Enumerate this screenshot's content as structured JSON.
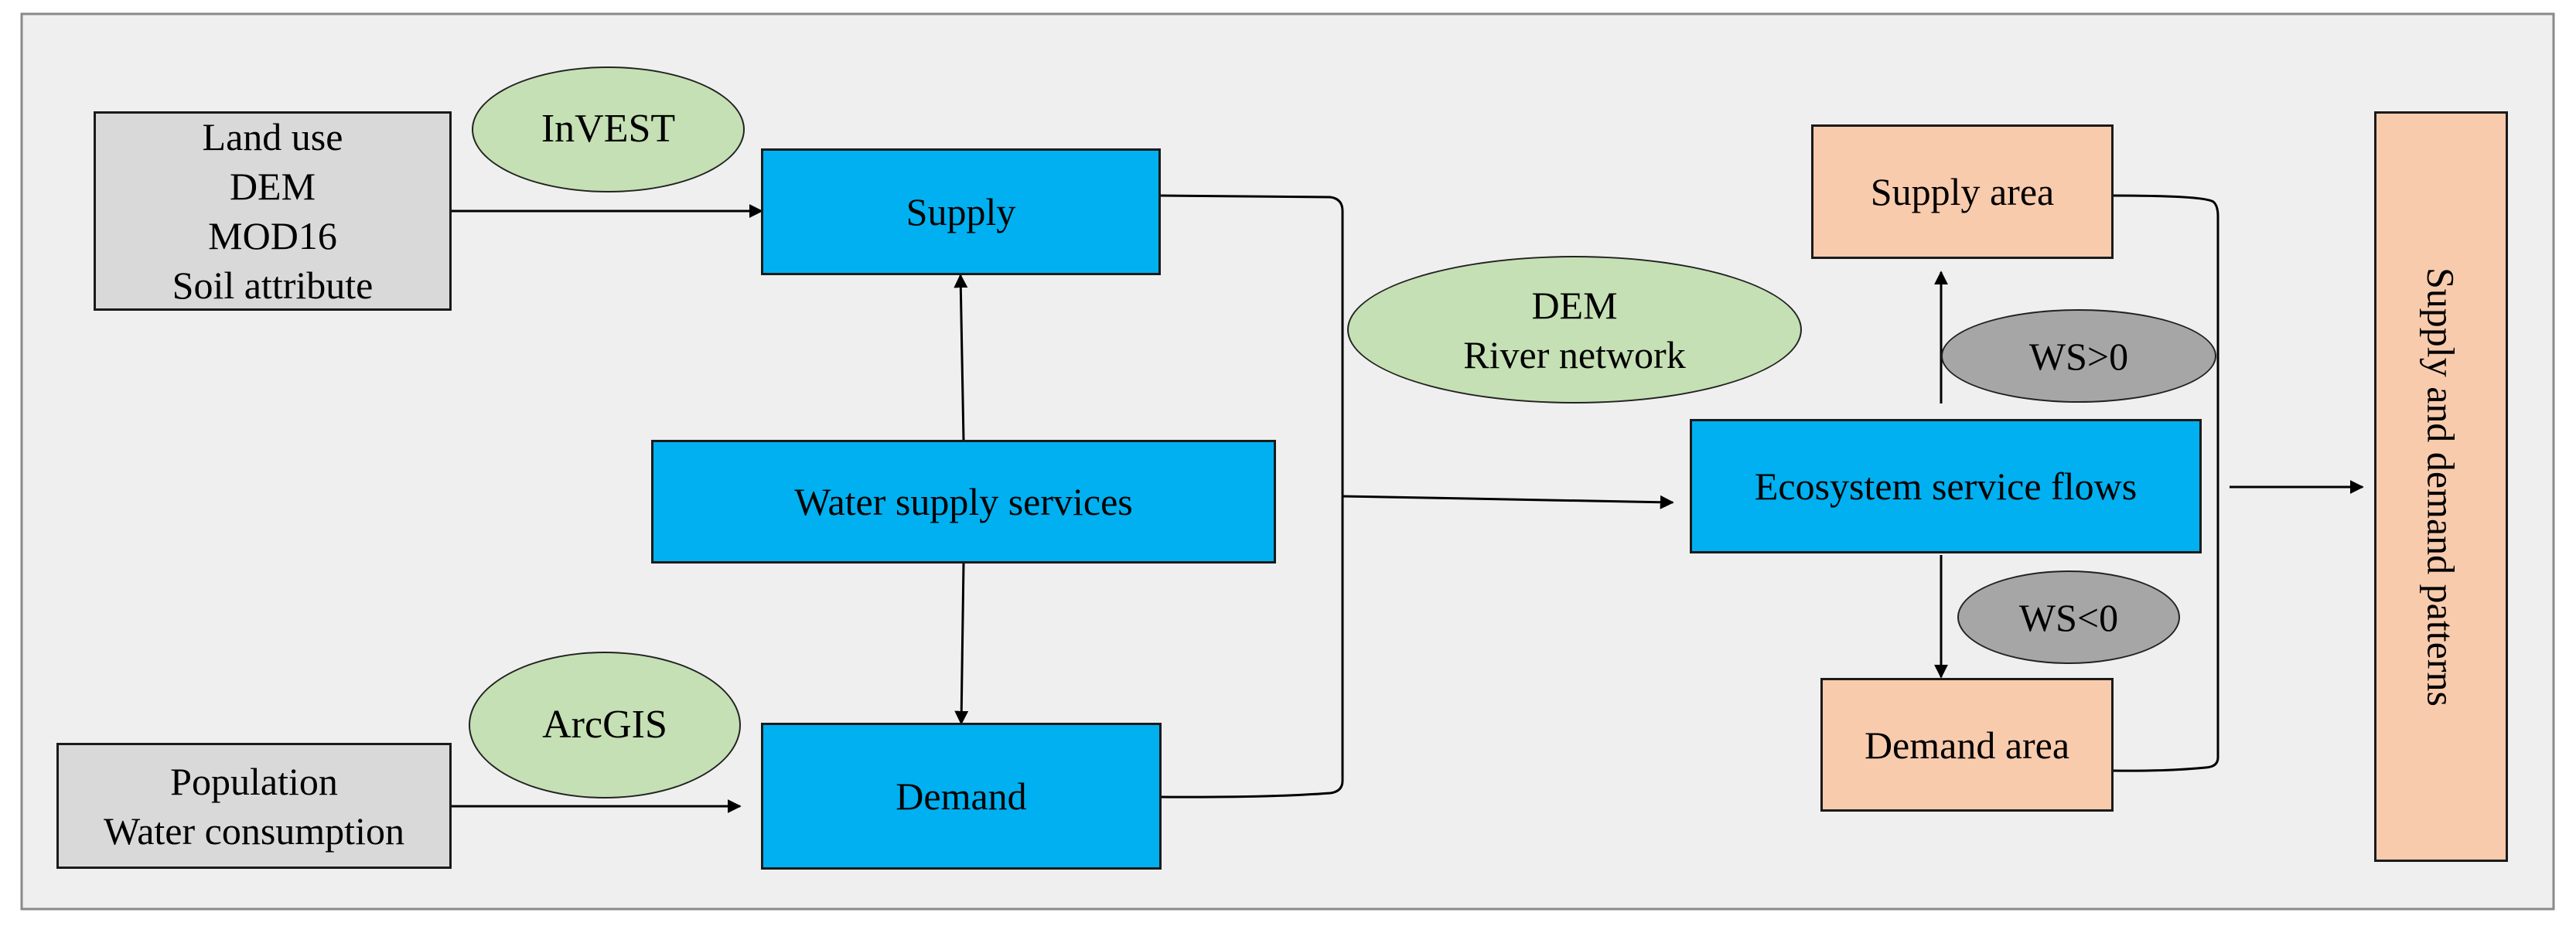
{
  "colors": {
    "panel": "#efefef",
    "input_box": "#d9d9d9",
    "process_box": "#00b0f0",
    "output_box": "#f8cbad",
    "tool_ellipse": "#c5e0b4",
    "condition_ellipse": "#a6a6a6",
    "line": "#000000"
  },
  "inputs": {
    "supply_data": [
      "Land use",
      "DEM",
      "MOD16",
      "Soil attribute"
    ],
    "demand_data": [
      "Population",
      "Water consumption"
    ]
  },
  "tools": {
    "invest": "InVEST",
    "arcgis": "ArcGIS",
    "flow_data": [
      "DEM",
      "River network"
    ]
  },
  "nodes": {
    "supply": "Supply",
    "water_supply_services": "Water supply services",
    "demand": "Demand",
    "ecosystem_service_flows": "Ecosystem service flows",
    "supply_area": "Supply area",
    "demand_area": "Demand area",
    "patterns": "Supply and demand patterns"
  },
  "conditions": {
    "positive": "WS>0",
    "negative": "WS<0"
  }
}
